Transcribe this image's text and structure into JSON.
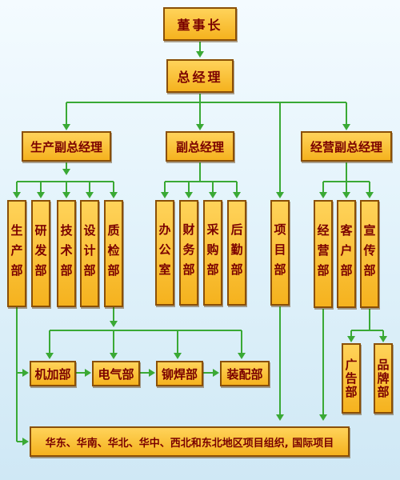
{
  "org": {
    "chairman": "董事长",
    "general_manager": "总经理",
    "vp_production": "生产副总经理",
    "vp": "副总经理",
    "vp_business": "经营副总经理",
    "project_dept": "项目部",
    "production_depts": [
      "生产部",
      "研发部",
      "技术部",
      "设计部",
      "质检部"
    ],
    "admin_depts": [
      "办公室",
      "财务部",
      "采购部",
      "后勤部"
    ],
    "business_depts": [
      "经营部",
      "客户部",
      "宣传部"
    ],
    "workshops": [
      "机加部",
      "电气部",
      "铆焊部",
      "装配部"
    ],
    "ad_depts": [
      "广告部",
      "品牌部"
    ],
    "regions": "华东、华南、华北、华中、西北和东北地区项目组织, 国际项目"
  },
  "colors": {
    "box_fill": "#f5b21e",
    "box_text": "#7a0000",
    "connector": "#3aa935"
  }
}
